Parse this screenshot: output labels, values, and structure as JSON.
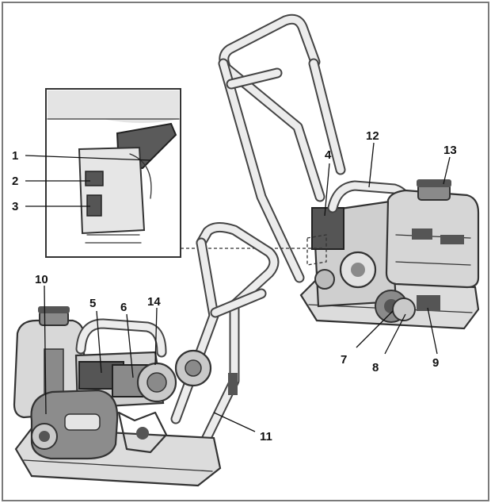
{
  "labels": [
    {
      "id": "1",
      "text": "1"
    },
    {
      "id": "2",
      "text": "2"
    },
    {
      "id": "3",
      "text": "3"
    },
    {
      "id": "4",
      "text": "4"
    },
    {
      "id": "5",
      "text": "5"
    },
    {
      "id": "6",
      "text": "6"
    },
    {
      "id": "7",
      "text": "7"
    },
    {
      "id": "8",
      "text": "8"
    },
    {
      "id": "9",
      "text": "9"
    },
    {
      "id": "10",
      "text": "10"
    },
    {
      "id": "11",
      "text": "11"
    },
    {
      "id": "12",
      "text": "12"
    },
    {
      "id": "13",
      "text": "13"
    },
    {
      "id": "14",
      "text": "14"
    }
  ],
  "colors": {
    "line": "#333333",
    "fill_dark": "#555555",
    "fill_mid": "#8a8a8a",
    "fill_light": "#c9c9c9",
    "frame": "#7a7a7a"
  }
}
